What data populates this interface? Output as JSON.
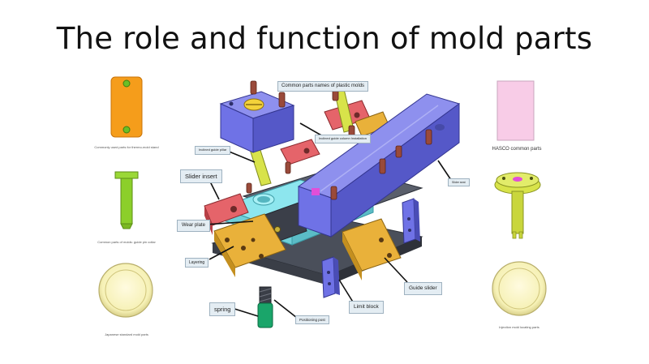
{
  "title": "The role and function of mold parts",
  "labels": {
    "common_names": "Common parts names of plastic molds",
    "inclined_guide": "Inclined guide column Installation",
    "inclined_guide_pillar": "Inclined guide pillar",
    "slider_insert": "Slider insert",
    "wear_plate": "Wear plate",
    "layering": "Layering",
    "spring": "spring",
    "positioning_post": "Positioning post",
    "limit_block": "Limit block",
    "guide_slider": "Guide slider",
    "right_small": "Slider seat"
  },
  "captions": {
    "wear_plate_part": "Commonly used parts for thermo-mold stand",
    "guide_pillar_part": "Common parts of molds: guide pin collar",
    "spring_part": "Japanese standard mold parts",
    "hasco": "HASCO common parts",
    "locating_ring": "Injection mold locating parts"
  },
  "colors": {
    "orange": "#f59d1b",
    "green": "#8ccf2a",
    "blue_purple": "#6f72e6",
    "cyan": "#8de6ee",
    "red": "#e5646a",
    "gold": "#e9b13a",
    "yellow": "#d8e34a",
    "brown": "#9a4a3a",
    "pink": "#f8cce7",
    "cream": "#f6f1b6",
    "callout_bg": "#e4edf3"
  }
}
